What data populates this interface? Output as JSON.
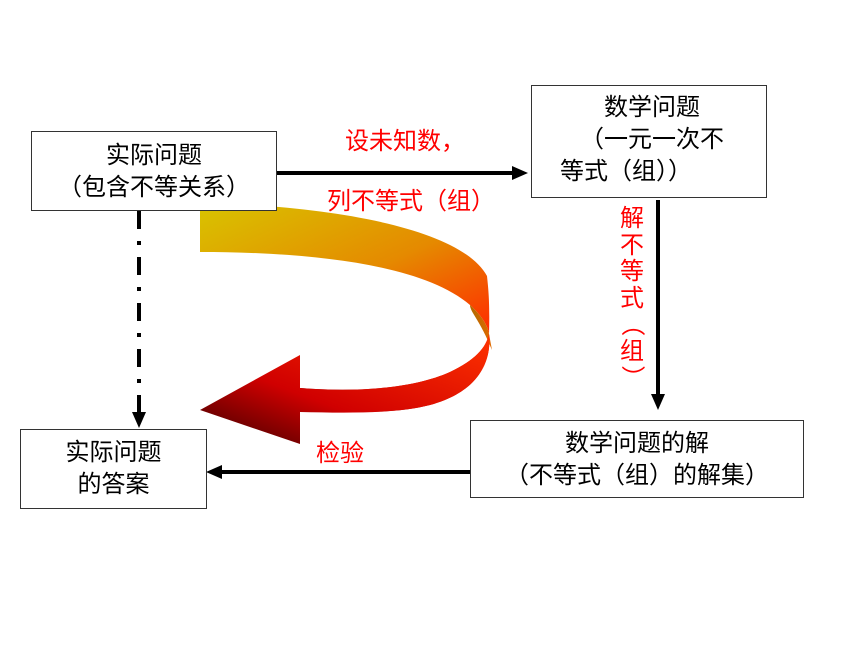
{
  "boxes": {
    "real_problem": {
      "line1": "实际问题",
      "line2": "（包含不等关系）"
    },
    "math_problem": {
      "line1": "数学问题",
      "line2": "（一元一次不",
      "line3": "等式（组））"
    },
    "math_solution": {
      "line1": "数学问题的解",
      "line2": "（不等式（组）的解集）"
    },
    "real_answer": {
      "line1": "实际问题",
      "line2": "的答案"
    }
  },
  "labels": {
    "set_unknown": "设未知数，",
    "list_inequality": "列不等式（组）",
    "solve_chars": [
      "解",
      "不",
      "等",
      "式",
      "（",
      "组",
      "）"
    ],
    "check": "检验"
  },
  "colors": {
    "text": "#000000",
    "label": "#ff0000",
    "arrow": "#000000",
    "curve_gradient_start": "#d4c000",
    "curve_gradient_end": "#ff2a00",
    "arrow_head_start": "#ff2a00",
    "arrow_head_end": "#4a0000"
  }
}
